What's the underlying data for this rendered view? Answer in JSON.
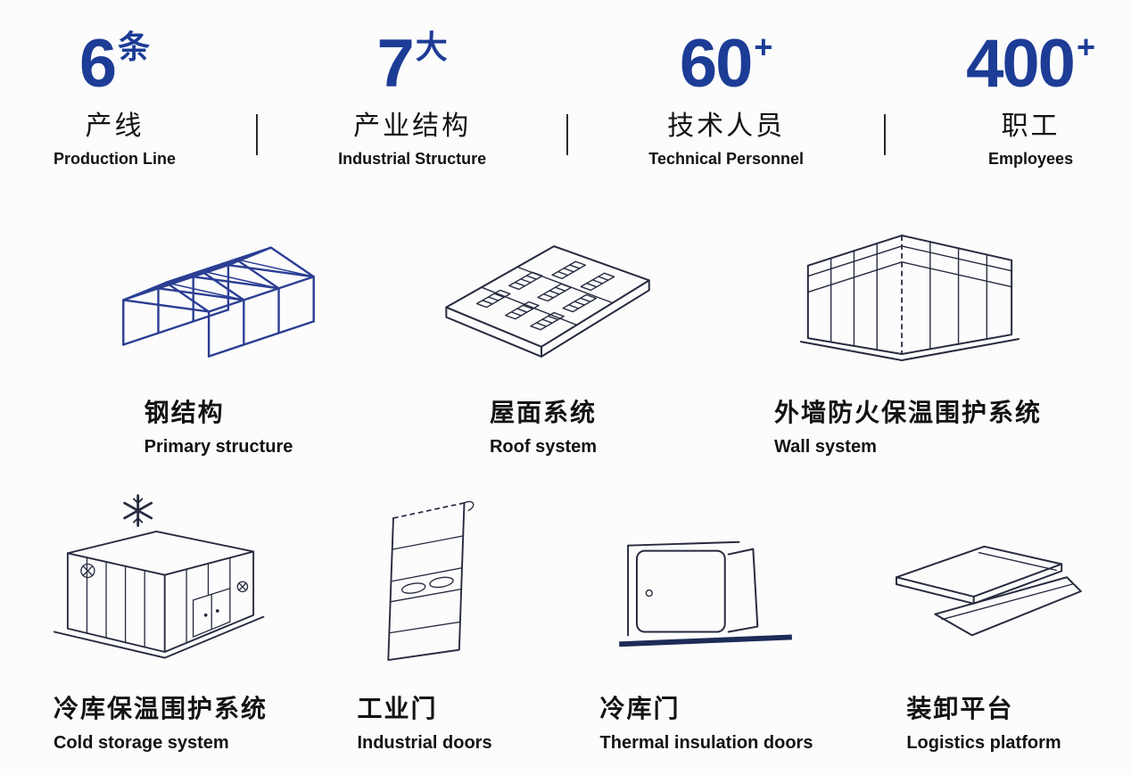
{
  "stats": [
    {
      "number": "6",
      "suffix": "条",
      "cn": "产线",
      "en": "Production Line"
    },
    {
      "number": "7",
      "suffix": "大",
      "cn": "产业结构",
      "en": "Industrial Structure"
    },
    {
      "number": "60",
      "suffix": "+",
      "cn": "技术人员",
      "en": "Technical Personnel"
    },
    {
      "number": "400",
      "suffix": "+",
      "cn": "职工",
      "en": "Employees"
    }
  ],
  "products_row1": [
    {
      "cn": "钢结构",
      "en": "Primary structure",
      "icon": "steel-structure-icon"
    },
    {
      "cn": "屋面系统",
      "en": "Roof system",
      "icon": "roof-system-icon"
    },
    {
      "cn": "外墙防火保温围护系统",
      "en": "Wall system",
      "icon": "wall-system-icon"
    }
  ],
  "products_row2": [
    {
      "cn": "冷库保温围护系统",
      "en": "Cold storage system",
      "icon": "cold-storage-icon"
    },
    {
      "cn": "工业门",
      "en": "Industrial doors",
      "icon": "industrial-door-icon"
    },
    {
      "cn": "冷库门",
      "en": "Thermal insulation doors",
      "icon": "cold-storage-door-icon"
    },
    {
      "cn": "装卸平台",
      "en": "Logistics platform",
      "icon": "dock-leveler-icon"
    }
  ],
  "colors": {
    "accent": "#1c3c96",
    "line": "#262b3f",
    "steel_blue": "#2c3e94"
  }
}
